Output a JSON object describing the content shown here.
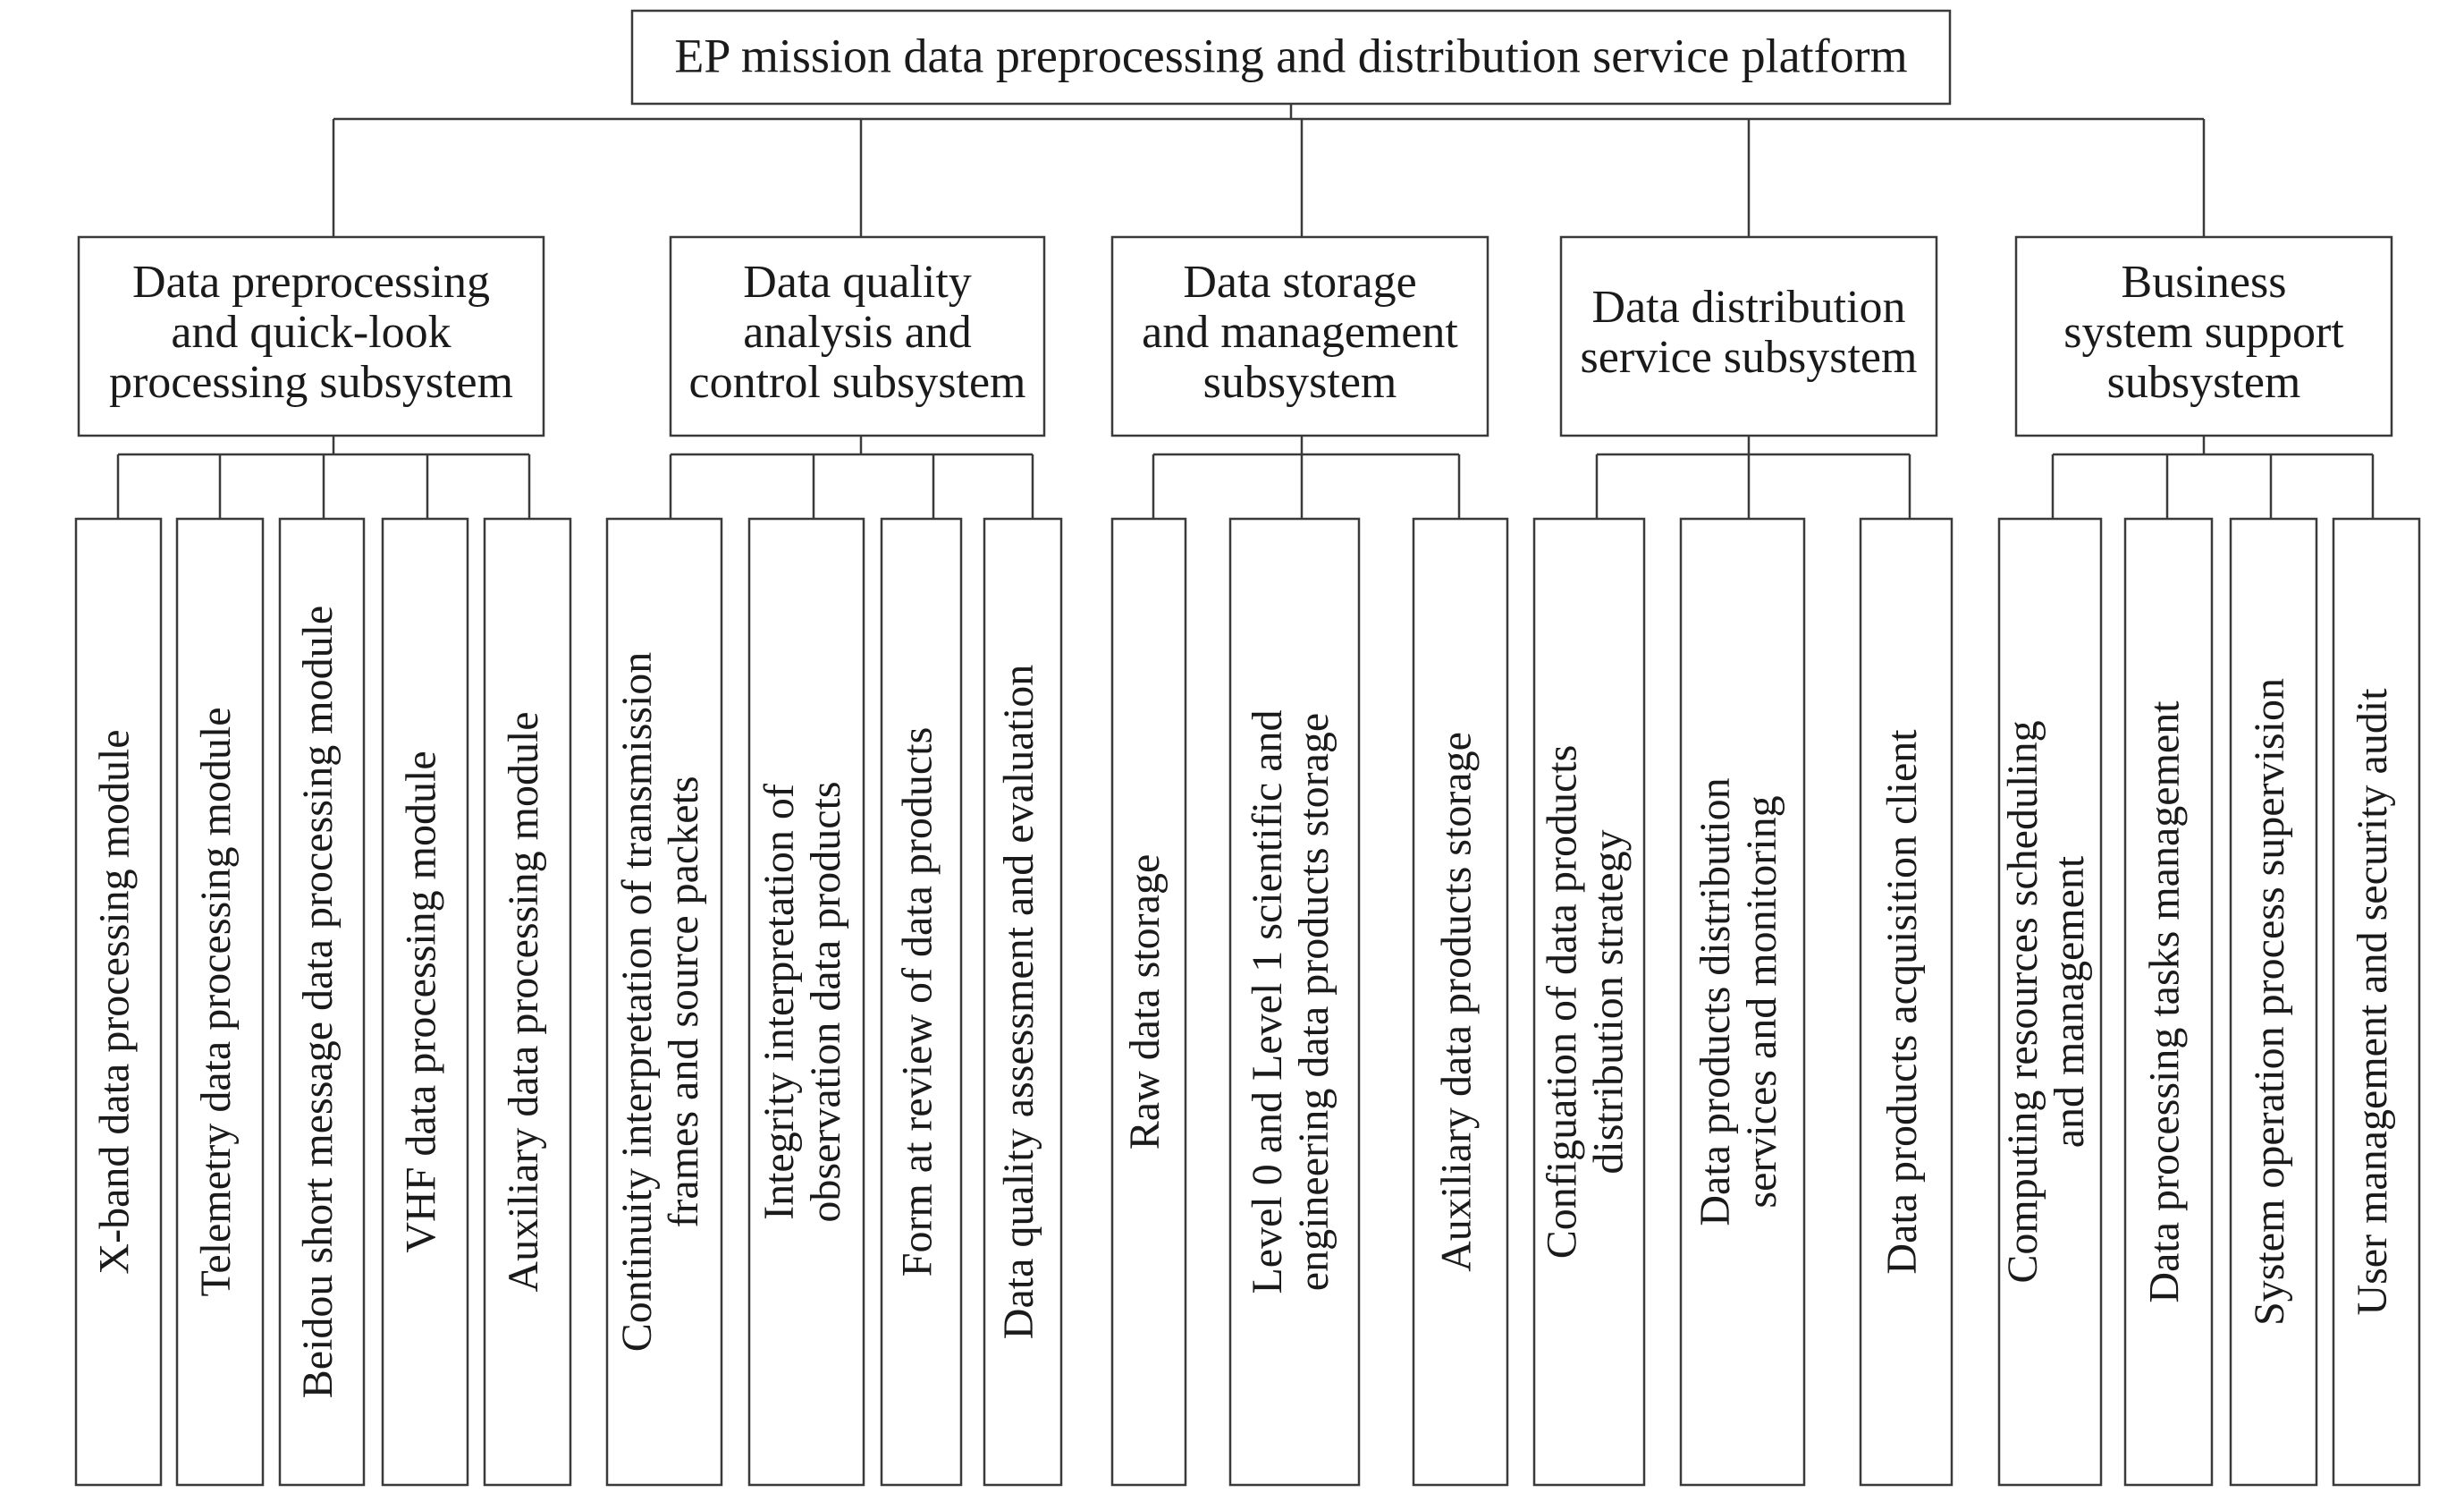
{
  "root": {
    "label": "EP mission data preprocessing and distribution service platform"
  },
  "subsystems": [
    {
      "lines": [
        "Data preprocessing",
        "and quick-look",
        "processing subsystem"
      ],
      "modules": [
        {
          "lines": [
            "X-band data processing module"
          ]
        },
        {
          "lines": [
            "Telemetry data processing module"
          ]
        },
        {
          "lines": [
            "Beidou short message data processing module"
          ]
        },
        {
          "lines": [
            "VHF data processing module"
          ]
        },
        {
          "lines": [
            "Auxiliary data processing module"
          ]
        }
      ]
    },
    {
      "lines": [
        "Data quality",
        "analysis and",
        "control subsystem"
      ],
      "modules": [
        {
          "lines": [
            "Continuity interpretation of transmission",
            "frames and source packets"
          ]
        },
        {
          "lines": [
            "Integrity interpretation of",
            "observation data products"
          ]
        },
        {
          "lines": [
            "Form at review of data products"
          ]
        },
        {
          "lines": [
            "Data quality assessment and evaluation"
          ]
        }
      ]
    },
    {
      "lines": [
        "Data storage",
        "and management",
        "subsystem"
      ],
      "modules": [
        {
          "lines": [
            "Raw data storage"
          ]
        },
        {
          "lines": [
            "Level 0 and Level 1 scientific and",
            "engineering data products storage"
          ]
        },
        {
          "lines": [
            "Auxiliary data products storage"
          ]
        }
      ]
    },
    {
      "lines": [
        "Data distribution",
        "service subsystem"
      ],
      "modules": [
        {
          "lines": [
            "Configuation of data products",
            "distribution strategy"
          ]
        },
        {
          "lines": [
            "Data products distribution",
            "services and monitoring"
          ]
        },
        {
          "lines": [
            "Data products acquisition client"
          ]
        }
      ]
    },
    {
      "lines": [
        "Business",
        "system support",
        "subsystem"
      ],
      "modules": [
        {
          "lines": [
            "Computing resources scheduling",
            "and management"
          ]
        },
        {
          "lines": [
            "Data processing tasks management"
          ]
        },
        {
          "lines": [
            "System operation process supervision"
          ]
        },
        {
          "lines": [
            "User management and security audit"
          ]
        }
      ]
    }
  ]
}
